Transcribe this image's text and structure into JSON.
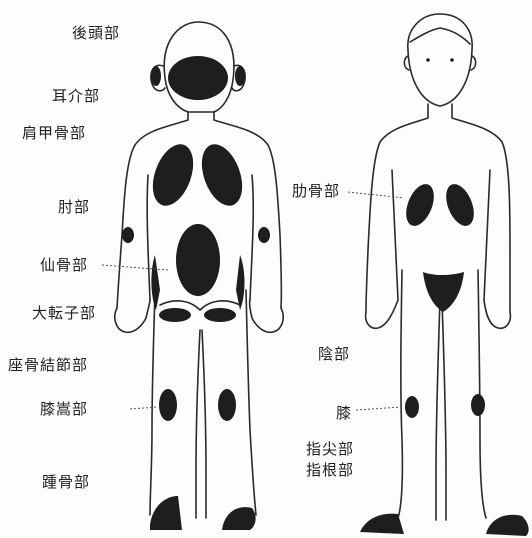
{
  "labels": {
    "occipital": "後頭部",
    "auricle": "耳介部",
    "scapula": "肩甲骨部",
    "elbow": "肘部",
    "sacrum": "仙骨部",
    "trochanter": "大転子部",
    "ischial_tuberosity": "座骨結節部",
    "popliteal": "膝嵩部",
    "heel": "踵骨部",
    "rib": "肋骨部",
    "genital": "陰部",
    "knee": "膝",
    "fingertip": "指尖部",
    "finger_base": "指根部"
  },
  "colors": {
    "outline": "#2a2a2a",
    "spot": "#1e1e1e",
    "background": "#fdfdfb"
  }
}
